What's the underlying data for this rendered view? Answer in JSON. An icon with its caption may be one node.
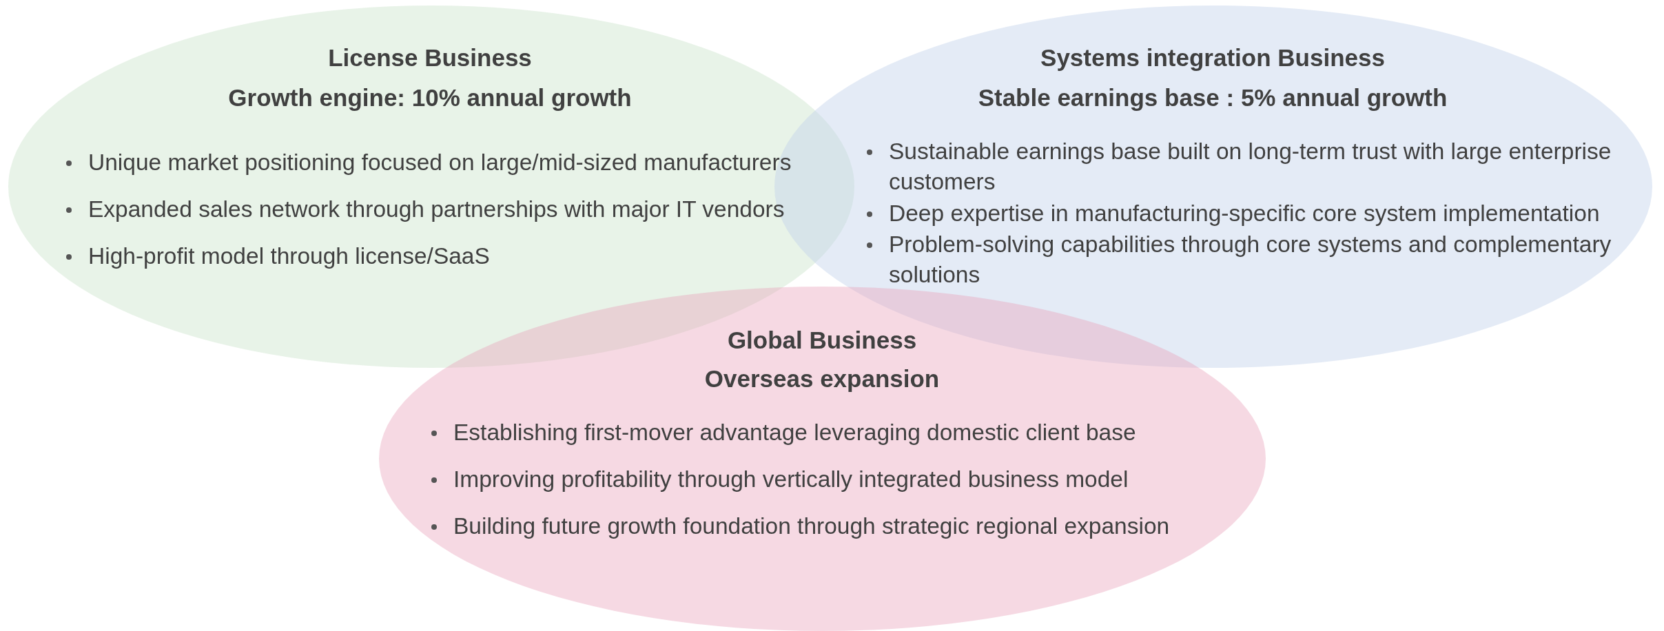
{
  "diagram": {
    "nodes": [
      {
        "text": [
          "License Business",
          "Growth engine: 10% annual growth",
          "Unique market positioning focused on large/mid-sized manufacturers",
          "Expanded sales network through partnerships with major IT vendors",
          "High-profit model through license/SaaS"
        ]
      },
      {
        "text": [
          "Systems integration Business",
          "Stable earnings base : 5% annual growth",
          "Sustainable earnings base built on long-term trust with large enterprise customers",
          "Deep expertise in manufacturing-specific core system implementation",
          "Problem-solving capabilities through core systems and complementary solutions"
        ]
      },
      {
        "text": [
          "Global Business",
          "Overseas expansion",
          "Establishing first-mover advantage leveraging domestic client base",
          "Improving profitability through vertically integrated business model",
          "Building future growth foundation through strategic regional expansion"
        ]
      }
    ],
    "edges": []
  }
}
